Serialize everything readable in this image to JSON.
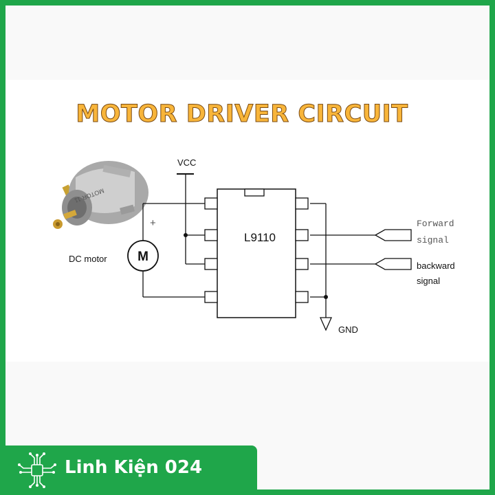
{
  "title": "MOTOR DRIVER CIRCUIT",
  "labels": {
    "vcc": "VCC",
    "gnd": "GND",
    "chip": "L9110",
    "motor_symbol": "M",
    "motor_label": "DC motor",
    "plus": "+",
    "forward_line1": "Forward",
    "forward_line2": "signal",
    "backward_line1": "backward",
    "backward_line2": "signal",
    "motor_photo_text": "MOTOR 11"
  },
  "brand": {
    "name": "Linh Kiện 024"
  },
  "colors": {
    "frame": "#1fa64a",
    "title_fill": "#f8b53a",
    "title_outline": "#7a4a12",
    "wire": "#111111",
    "brand_text": "#ffffff"
  }
}
